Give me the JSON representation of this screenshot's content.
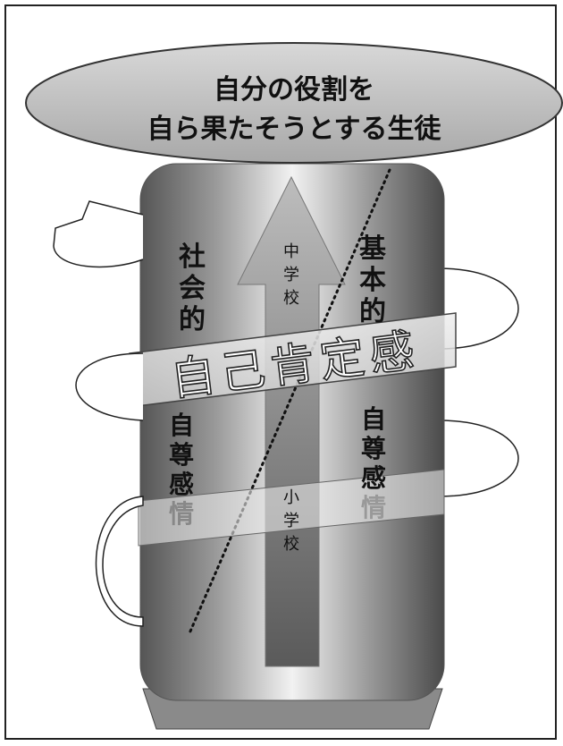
{
  "diagram": {
    "goal_line1": "自分の役割を",
    "goal_line2": "自ら果たそうとする生徒",
    "left_label_1": "社",
    "left_label_2": "会",
    "left_label_3": "的",
    "right_label_1": "基",
    "right_label_2": "本",
    "right_label_3": "的",
    "left_sub_1": "自",
    "left_sub_2": "尊",
    "left_sub_3": "感",
    "left_sub_4": "情",
    "right_sub_1": "自",
    "right_sub_2": "尊",
    "right_sub_3": "感",
    "right_sub_4": "情",
    "arrow_top_1": "中",
    "arrow_top_2": "学",
    "arrow_top_3": "校",
    "arrow_bottom_1": "小",
    "arrow_bottom_2": "学",
    "arrow_bottom_3": "校",
    "ribbon_text": "自己肯定感"
  }
}
